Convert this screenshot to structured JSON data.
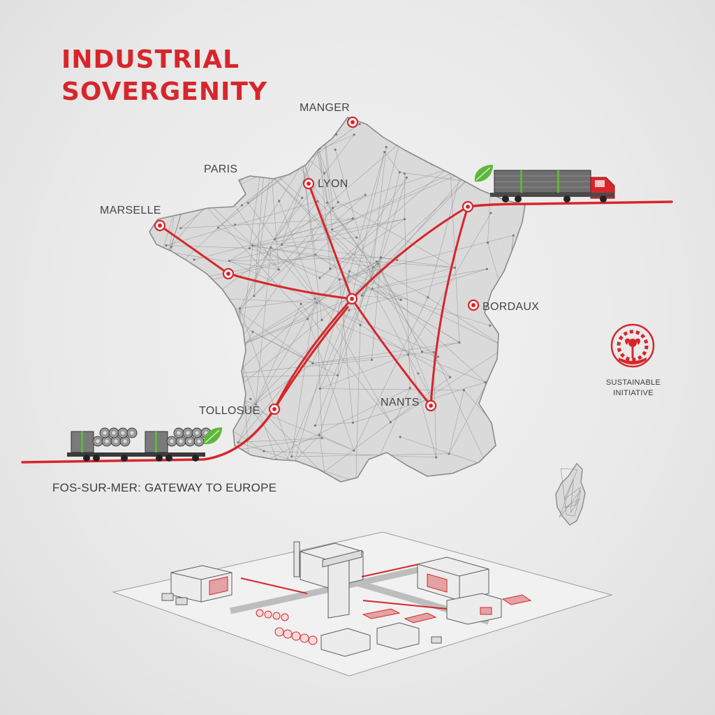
{
  "title": {
    "line1": "INDUSTRIAL",
    "line2": "SOVERGENITY"
  },
  "cities": [
    {
      "id": "manger",
      "label": "MANGER"
    },
    {
      "id": "paris",
      "label": "PARIS"
    },
    {
      "id": "lyon",
      "label": "LYON"
    },
    {
      "id": "marselle",
      "label": "MARSELLE"
    },
    {
      "id": "bordaux",
      "label": "BORDAUX"
    },
    {
      "id": "tollosue",
      "label": "TOLLOSUE"
    },
    {
      "id": "nants",
      "label": "NANTS"
    }
  ],
  "gateway_caption": "FOS-SUR-MER: GATEWAY TO EUROPE",
  "sustainable_badge": {
    "line1": "SUSTAINABLE",
    "line2": "INITIATIVE",
    "icon": "gear-tree-icon"
  },
  "icons": [
    "truck-icon",
    "train-icon",
    "leaf-icon",
    "gear-tree-icon",
    "industrial-site-icon"
  ],
  "colors": {
    "accent": "#d7262b",
    "leaf": "#5cb83a",
    "network": "#8f8f8f",
    "text": "#454545"
  }
}
